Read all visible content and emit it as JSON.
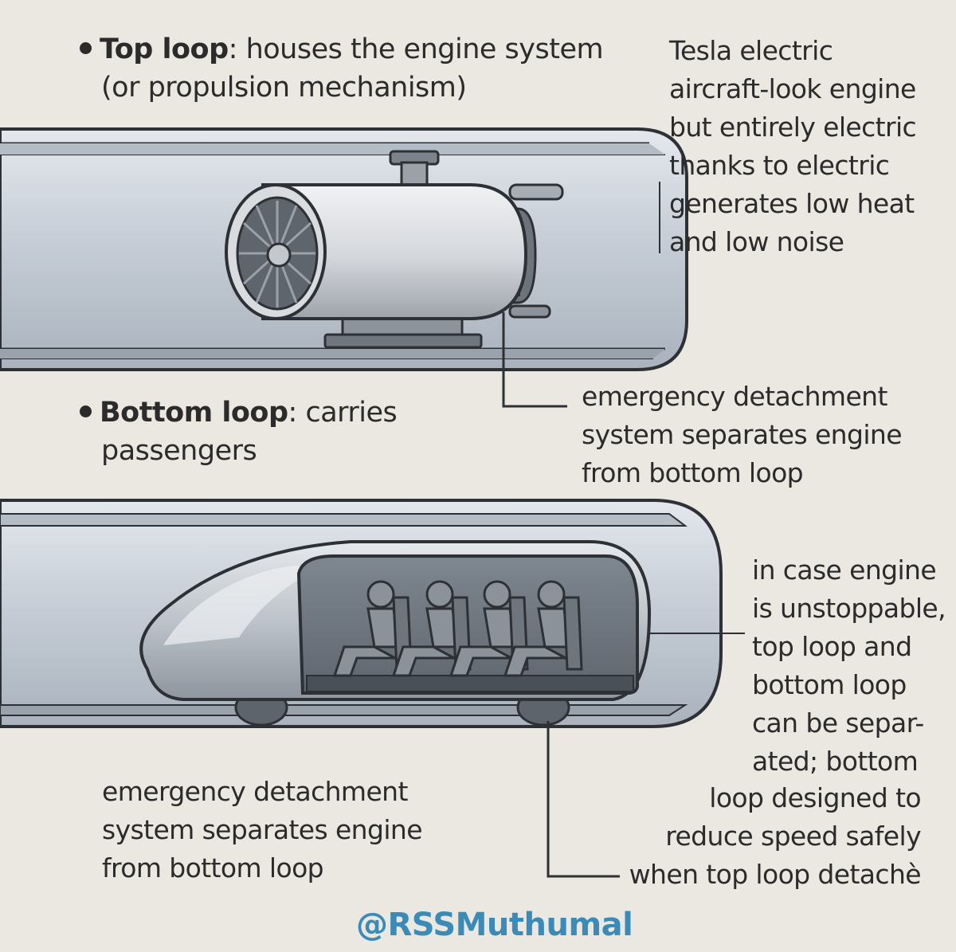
{
  "top_loop": {
    "title": "Top loop",
    "desc_line1": ": houses the engine system",
    "desc_line2": "(or propulsion mechanism)"
  },
  "engine_note": [
    "Tesla electric",
    "aircraft-look engine",
    "but entirely electric",
    "thanks to electric",
    "generates low heat",
    "and low noise"
  ],
  "detach_note_top": [
    "emergency detachment",
    "system separates engine",
    "from bottom loop"
  ],
  "bottom_loop": {
    "title": "Bottom loop",
    "desc_line1": ": carries",
    "desc_line2": "passengers"
  },
  "separation_note": [
    "in case engine",
    "is unstoppable,",
    "top loop and",
    "bottom loop",
    "can be separ-",
    "ated; bottom"
  ],
  "detach_note_bottom": [
    "emergency detachment",
    "system separates engine",
    "from bottom loop"
  ],
  "speed_note": [
    "loop designed to",
    "reduce speed safely",
    "when top loop detachè"
  ],
  "credit": "@RSSMuthumal",
  "colors": {
    "background": "#ebe8e2",
    "tube": "#c9d0d9",
    "outline": "#2d3035",
    "credit": "#3a8bb8"
  }
}
